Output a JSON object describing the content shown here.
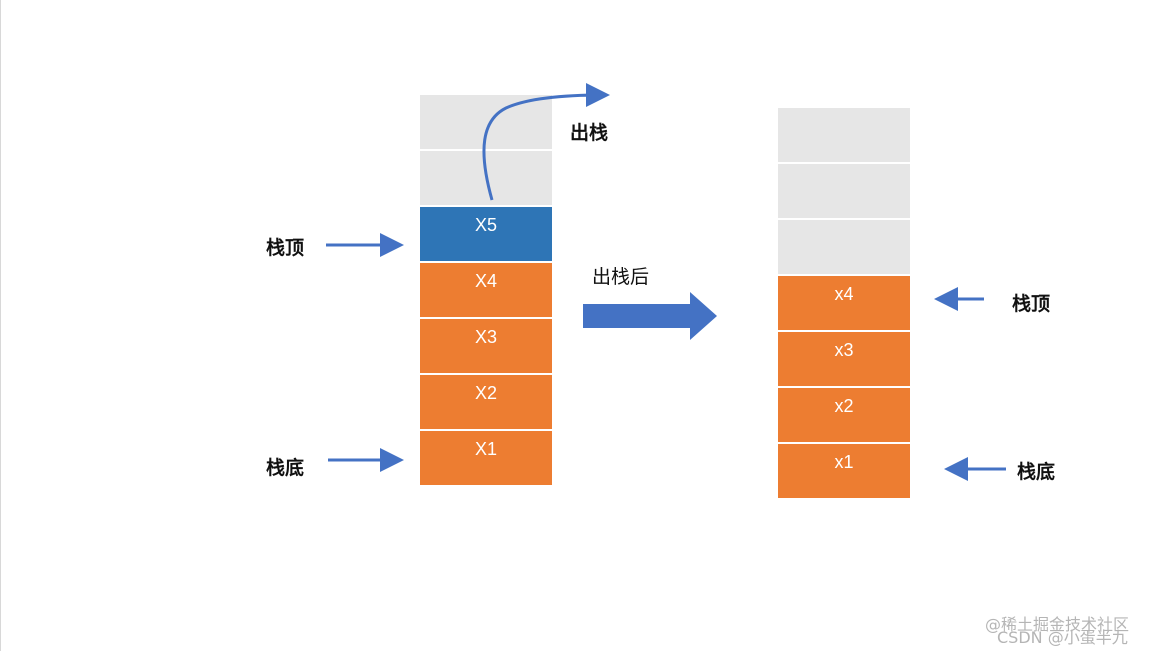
{
  "left_stack": {
    "cells": [
      {
        "label": "",
        "kind": "empty"
      },
      {
        "label": "",
        "kind": "empty"
      },
      {
        "label": "X5",
        "kind": "blue"
      },
      {
        "label": "X4",
        "kind": "orange"
      },
      {
        "label": "X3",
        "kind": "orange"
      },
      {
        "label": "X2",
        "kind": "orange"
      },
      {
        "label": "X1",
        "kind": "orange"
      }
    ],
    "top_label": "栈顶",
    "bottom_label": "栈底",
    "pop_label": "出栈"
  },
  "transition_label": "出栈后",
  "right_stack": {
    "cells": [
      {
        "label": "",
        "kind": "empty"
      },
      {
        "label": "",
        "kind": "empty"
      },
      {
        "label": "",
        "kind": "empty"
      },
      {
        "label": "x4",
        "kind": "orange"
      },
      {
        "label": "x3",
        "kind": "orange"
      },
      {
        "label": "x2",
        "kind": "orange"
      },
      {
        "label": "x1",
        "kind": "orange"
      }
    ],
    "top_label": "栈顶",
    "bottom_label": "栈底"
  },
  "colors": {
    "orange": "#ed7d31",
    "blue": "#2e75b6",
    "empty": "#e6e6e6",
    "arrow": "#4472c4"
  },
  "watermark": {
    "line1": "@稀土掘金技术社区",
    "line2": "CSDN @小蛋半九"
  }
}
